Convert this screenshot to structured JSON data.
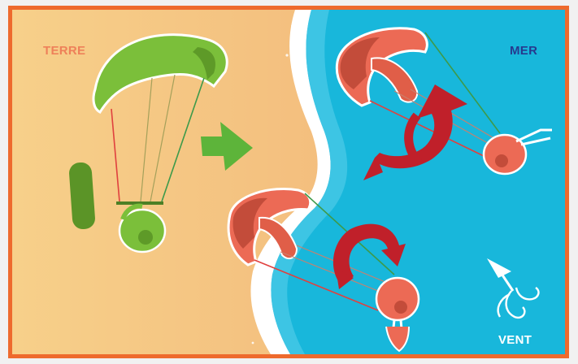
{
  "labels": {
    "land": "TERRE",
    "sea": "MER",
    "wind": "VENT"
  },
  "colors": {
    "frame": "#ee6a2d",
    "sand": "#f4c27f",
    "sea": "#18b7db",
    "kite_ok": "#7bbf3a",
    "kite_bad": "#ec6a55",
    "arrow_go": "#5db43a",
    "arrow_no": "#c0202a",
    "land_label": "#ee8059",
    "sea_label": "#263a8e"
  },
  "icons": [
    "green-kite-icon",
    "green-rider-icon",
    "board-icon",
    "red-kite-icon",
    "red-rider-icon",
    "green-arrow-icon",
    "red-u-turn-arrow-icon",
    "wind-arrow-icon"
  ]
}
